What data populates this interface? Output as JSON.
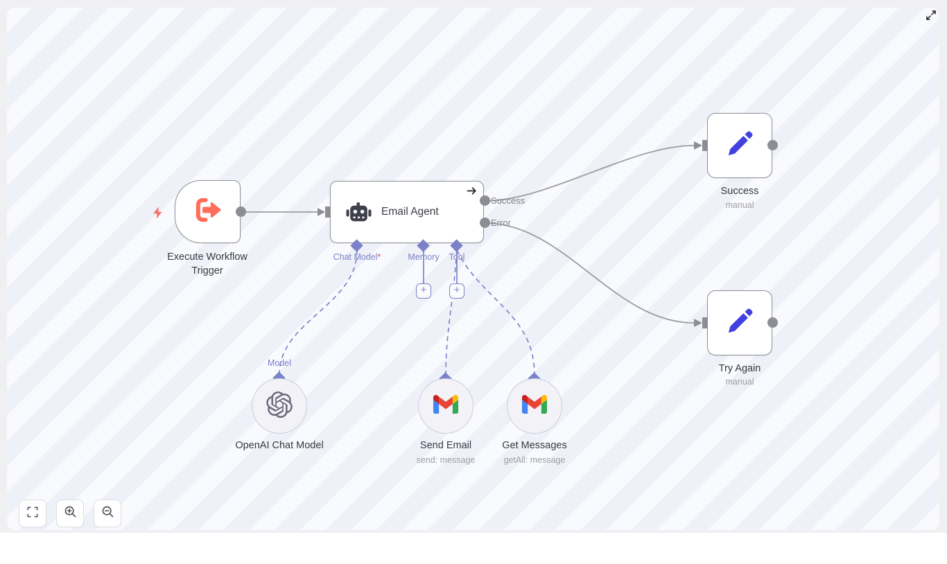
{
  "workflow": {
    "trigger": {
      "label": "Execute Workflow Trigger"
    },
    "agent": {
      "label": "Email Agent",
      "output_success": "Success",
      "output_error": "Error",
      "port_chat_model": "Chat Model",
      "port_chat_model_required": "*",
      "port_memory": "Memory",
      "port_tool": "Tool",
      "add_label": "+"
    },
    "openai": {
      "port": "Model",
      "label": "OpenAI Chat Model"
    },
    "send_email": {
      "label": "Send Email",
      "operation": "send: message"
    },
    "get_messages": {
      "label": "Get Messages",
      "operation": "getAll: message"
    },
    "success": {
      "label": "Success",
      "note": "manual"
    },
    "try_again": {
      "label": "Try Again",
      "note": "manual"
    }
  },
  "icons": {
    "trigger_bolt": "zap-icon",
    "trigger_glyph": "sign-out-icon",
    "agent_glyph": "robot-icon",
    "agent_corner": "arrow-right-icon",
    "set_node_glyph": "pencil-icon",
    "openai_glyph": "openai-logo-icon",
    "gmail_glyph": "gmail-logo-icon",
    "controls": [
      "fit-view-icon",
      "zoom-in-icon",
      "zoom-out-icon"
    ],
    "expand": "maximize-icon"
  },
  "colors": {
    "accent_coral": "#ff6d5a",
    "port_slate": "#7a82c9",
    "connector_gray": "#8d8d95",
    "line_gray": "#9b9ba1",
    "pencil_blue": "#4140e0",
    "required_red": "#e5484d",
    "gmail_red": "#ea4335",
    "gmail_blue": "#4285f4",
    "gmail_green": "#34a853",
    "gmail_yellow": "#fbbc04",
    "gmail_dark_red": "#c5221f",
    "stripe_light": "#f9fafd",
    "stripe_dark": "#eff1f8"
  }
}
